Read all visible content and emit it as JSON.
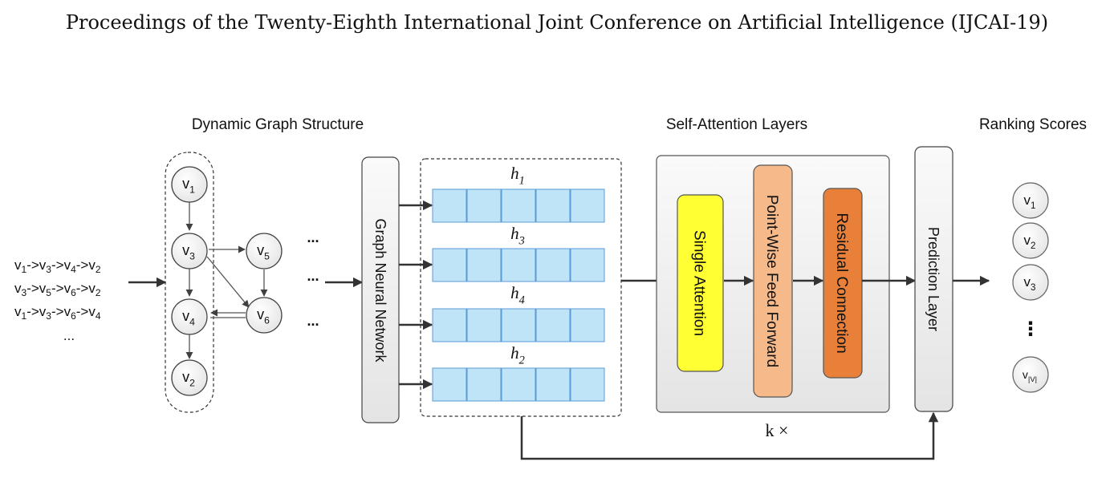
{
  "header": "Proceedings of the Twenty-Eighth International Joint Conference on Artificial Intelligence (IJCAI-19)",
  "sections": {
    "graph": "Dynamic Graph Structure",
    "attention": "Self-Attention Layers",
    "ranking": "Ranking Scores"
  },
  "sequences": [
    {
      "items": [
        [
          "v",
          "1"
        ],
        [
          "v",
          "3"
        ],
        [
          "v",
          "4"
        ],
        [
          "v",
          "2"
        ]
      ]
    },
    {
      "items": [
        [
          "v",
          "3"
        ],
        [
          "v",
          "5"
        ],
        [
          "v",
          "6"
        ],
        [
          "v",
          "2"
        ]
      ]
    },
    {
      "items": [
        [
          "v",
          "1"
        ],
        [
          "v",
          "3"
        ],
        [
          "v",
          "6"
        ],
        [
          "v",
          "4"
        ]
      ]
    }
  ],
  "seq_arrow": "->",
  "seq_more": "...",
  "graph_nodes": [
    {
      "id": "v1",
      "label": "v",
      "sub": "1"
    },
    {
      "id": "v3",
      "label": "v",
      "sub": "3"
    },
    {
      "id": "v4",
      "label": "v",
      "sub": "4"
    },
    {
      "id": "v2",
      "label": "v",
      "sub": "2"
    },
    {
      "id": "v5",
      "label": "v",
      "sub": "5"
    },
    {
      "id": "v6",
      "label": "v",
      "sub": "6"
    }
  ],
  "graph_ellipsis": "...",
  "gnn_label": "Graph Neural Network",
  "embeddings": [
    {
      "label": "h",
      "sub": "1"
    },
    {
      "label": "h",
      "sub": "3"
    },
    {
      "label": "h",
      "sub": "4"
    },
    {
      "label": "h",
      "sub": "2"
    }
  ],
  "attention_blocks": [
    {
      "label": "Single Attention",
      "color": "#ffff33"
    },
    {
      "label": "Point-Wise Feed Forward",
      "color": "#f5b98a"
    },
    {
      "label": "Residual Connection",
      "color": "#e8803a"
    }
  ],
  "repeat_label": "k ×",
  "prediction_label": "Prediction Layer",
  "scores": [
    {
      "label": "v",
      "sub": "1"
    },
    {
      "label": "v",
      "sub": "2"
    },
    {
      "label": "v",
      "sub": "3"
    },
    {
      "label": "v",
      "sub": "|V|"
    }
  ],
  "scores_ellipsis": "⋮",
  "colors": {
    "cell_fill": "#bfe3f7",
    "cell_stroke": "#5b9bd5",
    "panel_fill": "#eeeeee",
    "line": "#404040"
  }
}
